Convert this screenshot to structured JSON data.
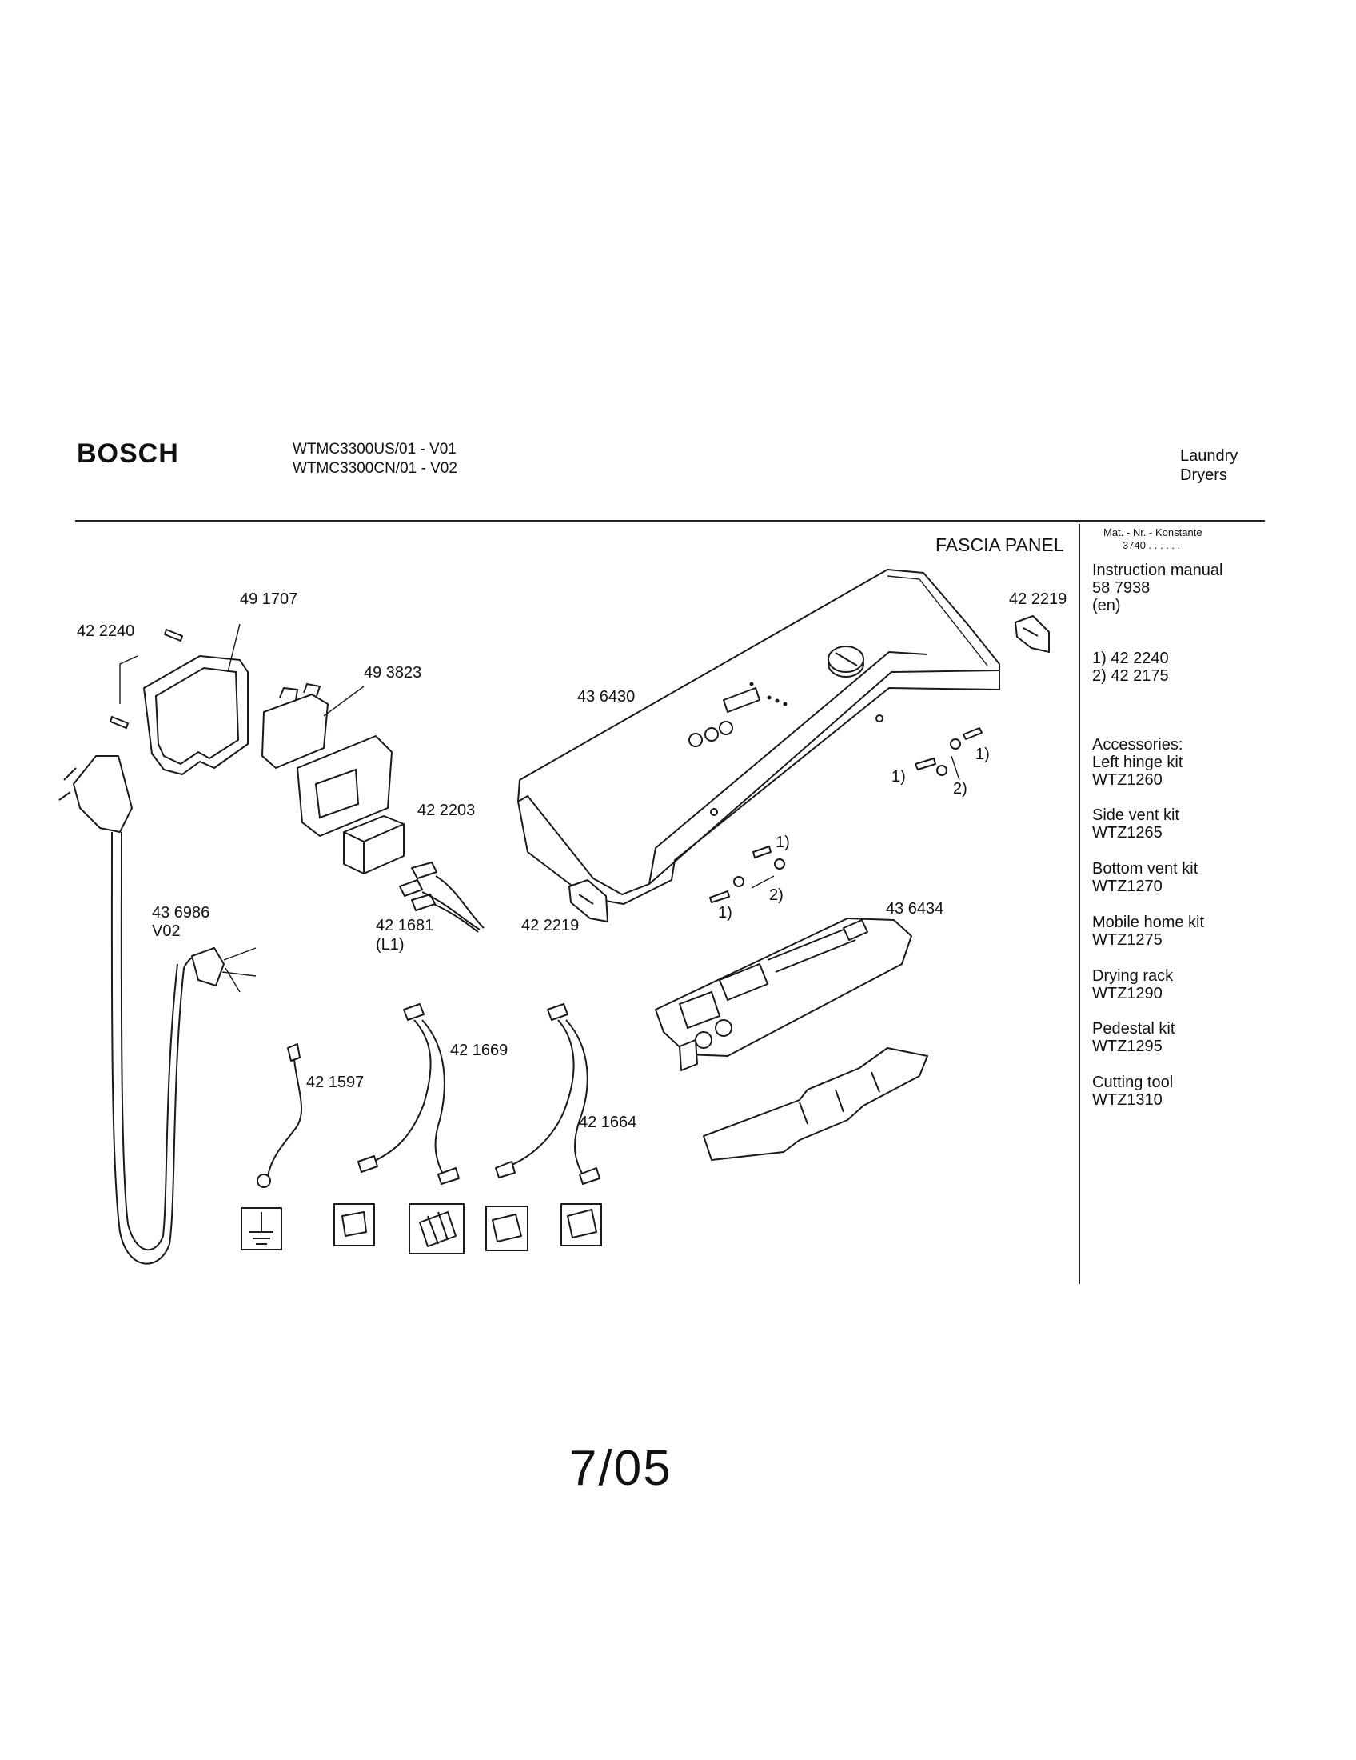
{
  "header": {
    "brand": "BOSCH",
    "model_1": "WTMC3300US/01  -  V01",
    "model_2": "WTMC3300CN/01  -  V02",
    "category_1": "Laundry",
    "category_2": "Dryers"
  },
  "section_title": "FASCIA PANEL",
  "mat_block": {
    "line_1": "Mat. - Nr. - Konstante",
    "line_2": "3740  . .    . . . ."
  },
  "sidebar": {
    "manual_label": "Instruction manual",
    "manual_number": "58 7938",
    "manual_lang": "(en)",
    "ref_1": "1)  42 2240",
    "ref_2": "2)  42 2175",
    "accessories_heading": "Accessories:",
    "accessories": [
      {
        "name": "Left hinge kit",
        "code": "WTZ1260"
      },
      {
        "name": "Side vent kit",
        "code": "WTZ1265"
      },
      {
        "name": "Bottom vent kit",
        "code": "WTZ1270"
      },
      {
        "name": "Mobile home kit",
        "code": "WTZ1275"
      },
      {
        "name": "Drying rack",
        "code": "WTZ1290"
      },
      {
        "name": "Pedestal kit",
        "code": "WTZ1295"
      },
      {
        "name": "Cutting tool",
        "code": "WTZ1310"
      }
    ]
  },
  "callouts": {
    "c422240": "42 2240",
    "c491707": "49 1707",
    "c493823": "49 3823",
    "c436430": "43 6430",
    "c422219a": "42 2219",
    "c422203": "42 2203",
    "c436986": "43 6986",
    "c436986v": "V02",
    "c421681": "42 1681",
    "c421681l": "(L1)",
    "c422219b": "42 2219",
    "c436434": "43 6434",
    "c421669": "42 1669",
    "c421597": "42 1597",
    "c421664": "42 1664",
    "s1a": "1)",
    "s1b": "1)",
    "s2a": "2)",
    "s1c": "1)",
    "s2b": "2)",
    "s1d": "1)"
  },
  "page": "7/05"
}
